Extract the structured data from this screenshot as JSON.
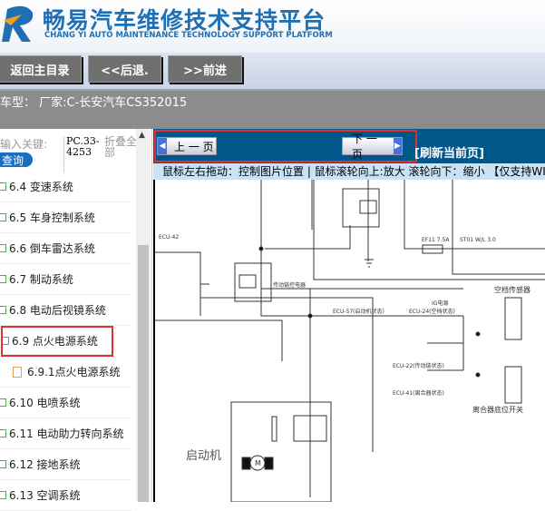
{
  "header": {
    "title": "畅易汽车维修技术支持平台",
    "subtitle": "CHANG YI AUTO MAINTENANCE TECHNOLOGY SUPPORT PLATFORM"
  },
  "nav": {
    "home": "返回主目录",
    "back": "<<后退.",
    "forward": ">>前进"
  },
  "car_model": "车型： 厂家:C-长安汽车CS352015",
  "sidebar": {
    "search_label": "输入关键:",
    "query_button": "查询",
    "pc_code": "PC.33-4253",
    "collapse_all": "折叠全部",
    "items": [
      {
        "label": "6.4 变速系统"
      },
      {
        "label": "6.5 车身控制系统"
      },
      {
        "label": "6.6 倒车雷达系统"
      },
      {
        "label": "6.7 制动系统"
      },
      {
        "label": "6.8 电动后视镜系统"
      },
      {
        "label": "6.9 点火电源系统",
        "selected": true
      },
      {
        "label": "6.9.1点火电源系统",
        "child": true
      },
      {
        "label": "6.10 电喷系统"
      },
      {
        "label": "6.11 电动助力转向系统"
      },
      {
        "label": "6.12 接地系统"
      },
      {
        "label": "6.13 空调系统"
      }
    ]
  },
  "toolbar": {
    "prev": "上 一 页",
    "next": "下 一 页",
    "refresh": "[刷新当前页]",
    "hint": "鼠标左右拖动：控制图片位置 | 鼠标滚轮向上:放大  滚轮向下：缩小 【仅支持WIN"
  },
  "diagram": {
    "labels": {
      "ecu42": "ECU-42",
      "relay": "传动链控电器",
      "ef11": "EF11 7.5A",
      "st01": "ST01 W/L 3.0",
      "neutral_sensor": "空档传感器",
      "ig": "IG电源",
      "ecu57": "ECU-57(启动机状态)",
      "ecu24": "ECU-24(空档状态)",
      "ecu22": "ECU-22(传动链状态)",
      "ecu41": "ECU-41(离合器状态)",
      "clutch": "离合器底位开关",
      "starter": "启动机",
      "motor": "M"
    }
  },
  "colors": {
    "accent": "#1f6fb5",
    "toolbar": "#00578a",
    "highlight": "#e03030"
  }
}
